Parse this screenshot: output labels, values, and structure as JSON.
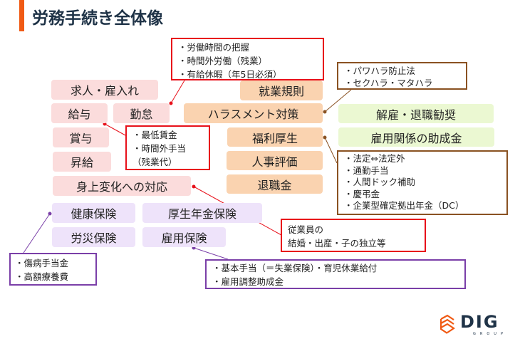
{
  "title": "労務手続き全体像",
  "pink": [
    "求人・雇入れ",
    "給与",
    "勤怠",
    "賞与",
    "昇給",
    "身上変化への対応"
  ],
  "orange": [
    "就業規則",
    "ハラスメント対策",
    "福利厚生",
    "人事評価",
    "退職金"
  ],
  "green": [
    "解雇・退職勧奨",
    "雇用関係の助成金"
  ],
  "insurance": [
    "健康保険",
    "厚生年金保険",
    "労災保険",
    "雇用保険"
  ],
  "notes": {
    "kintai": [
      "・労働時間の把握",
      "・時間外労働（残業）",
      "・有給休暇（年5日必須）"
    ],
    "kyuyo": [
      "・最低賃金",
      "・時間外手当",
      "（残業代）"
    ],
    "harassment": [
      "・パワハラ防止法",
      "・セクハラ・マタハラ"
    ],
    "fukuri": [
      "・法定⇔法定外",
      "・通勤手当",
      "・人間ドック補助",
      "・慶弔金",
      "・企業型確定拠出年金（DC）"
    ],
    "shinjo": [
      "従業員の",
      "結婚・出産・子の独立等"
    ],
    "kenko": [
      "・傷病手当金",
      "・高額療養費"
    ],
    "koyo": [
      "・基本手当（＝失業保険）・育児休業給付",
      "・雇用調整助成金"
    ]
  },
  "logo": {
    "name": "DIG",
    "sub": "GROUP"
  }
}
